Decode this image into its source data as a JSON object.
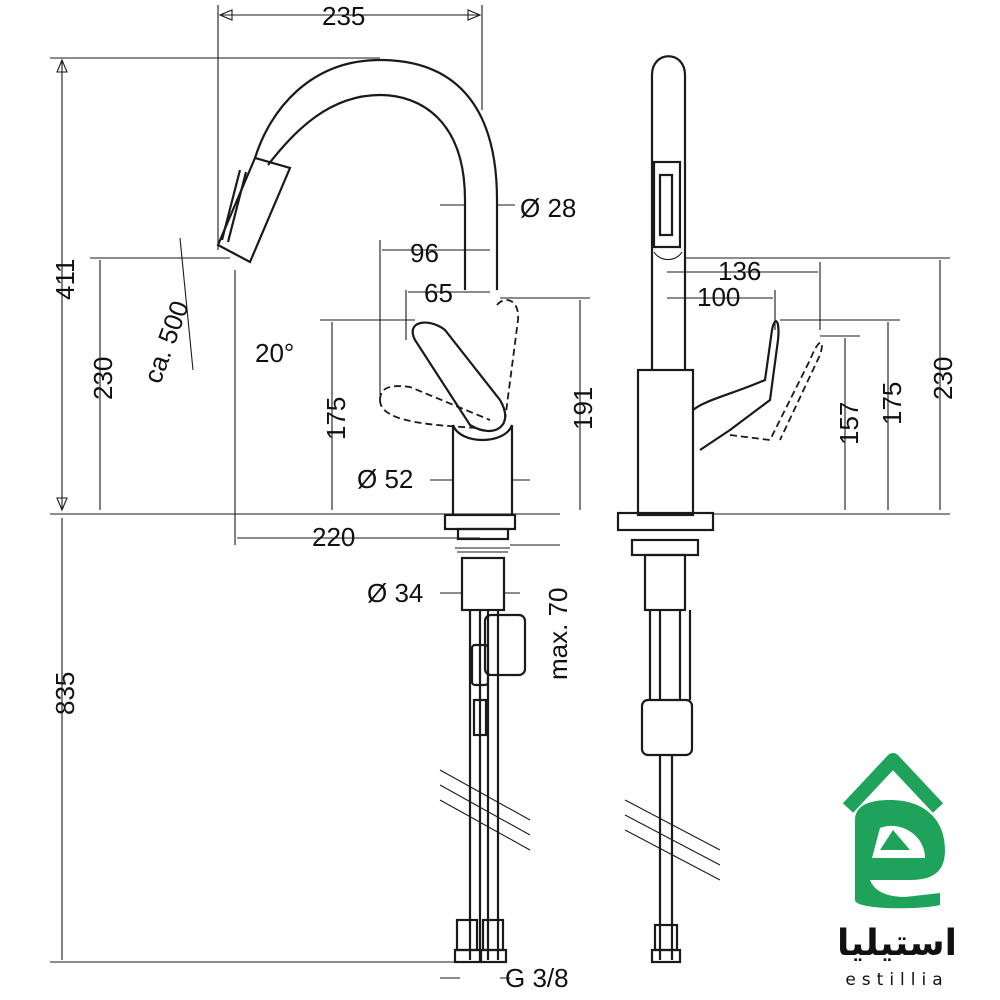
{
  "labels": {
    "d_235": "235",
    "d_28": "Ø 28",
    "d_96": "96",
    "d_65": "65",
    "d_411": "411",
    "d_230": "230",
    "d_ca500": "ca. 500",
    "d_20deg": "20°",
    "d_175": "175",
    "d_191": "191",
    "d_52": "Ø 52",
    "d_220": "220",
    "d_34": "Ø 34",
    "d_max70": "max. 70",
    "d_835": "835",
    "d_g38": "G 3/8",
    "d_136": "136",
    "d_100": "100",
    "d_157": "157",
    "d_175r": "175",
    "d_230r": "230"
  },
  "logo": {
    "arabic": "استیلیا",
    "latin": "estillia",
    "color": "#1fa35a"
  }
}
